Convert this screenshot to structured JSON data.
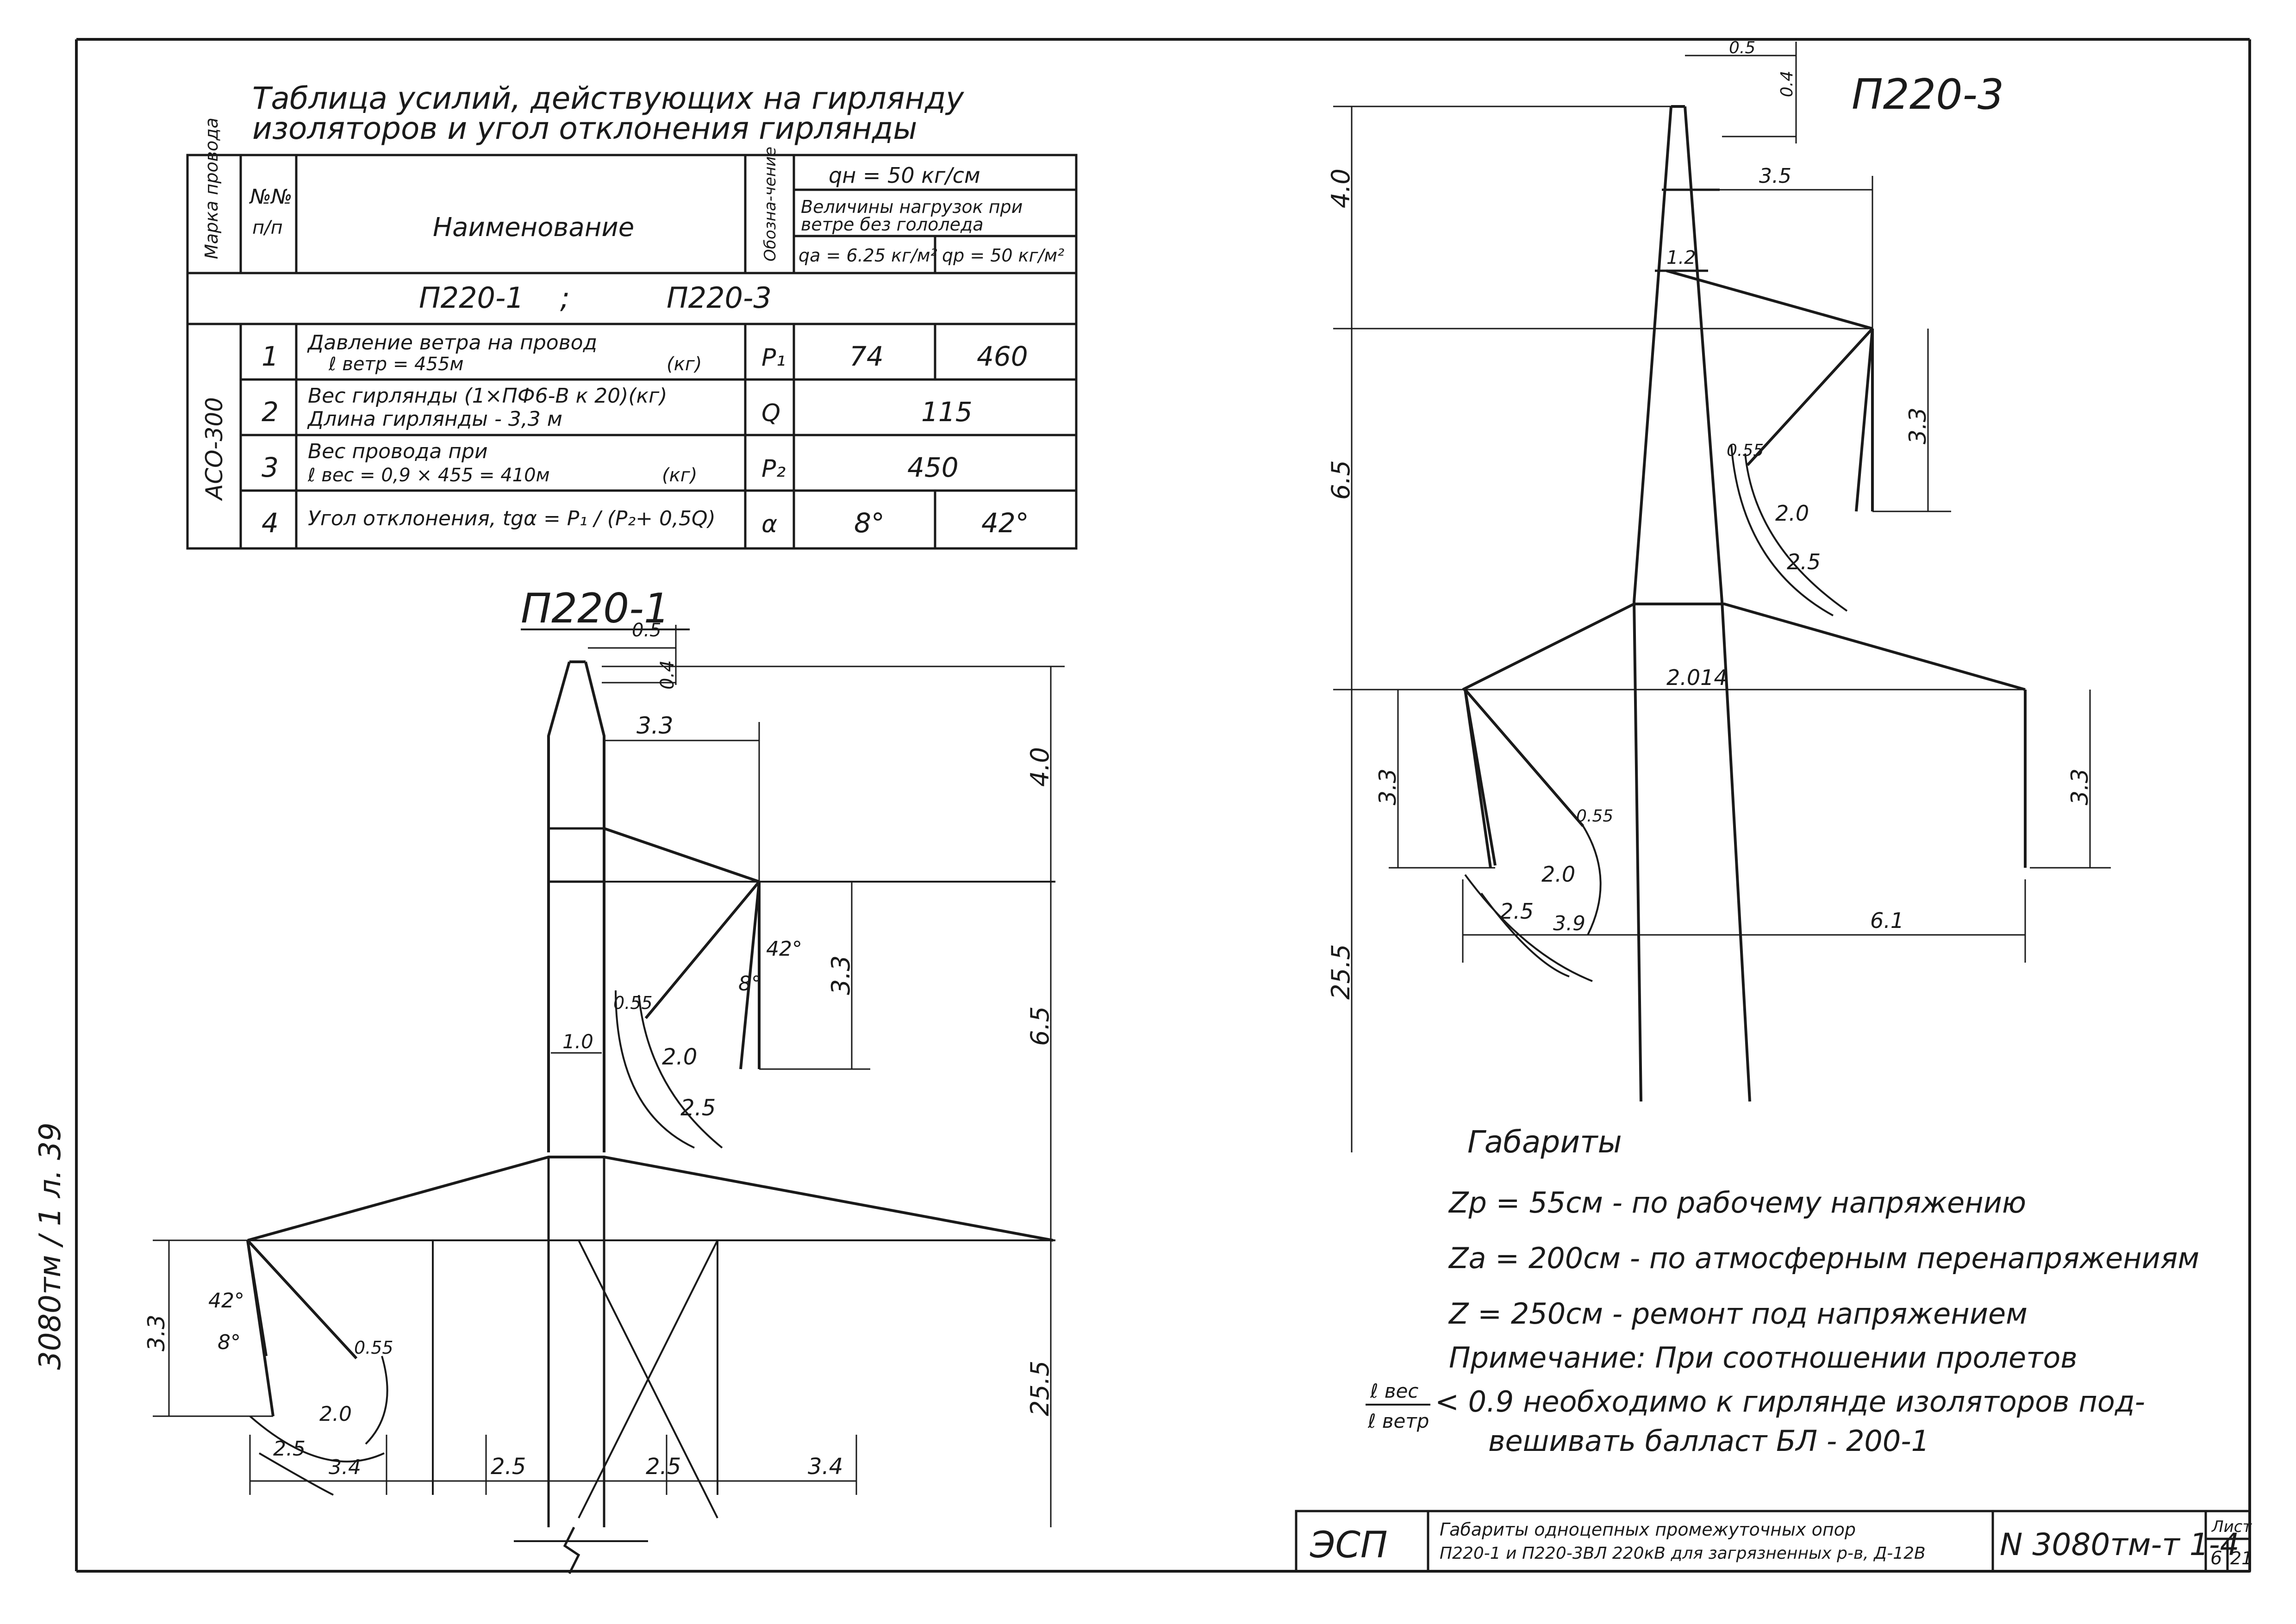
{
  "table": {
    "title_line1": "Таблица усилий, действующих на гирлянду",
    "title_line2": "изоляторов и угол отклонения гирлянды",
    "header": {
      "col_mark": "Марка провода",
      "col_num_1": "№№",
      "col_num_2": "п/п",
      "col_name": "Наименование",
      "col_symbol": "Обозна-чение",
      "qh_label": "qн = 50 кг/см",
      "loads_line1": "Величины нагрузок при",
      "loads_line2": "ветре без гололеда",
      "qa_label": "qa = 6.25 кг/м²",
      "qp_label": "qp = 50 кг/м²"
    },
    "group_row": {
      "left": "П220-1",
      "sep": ";",
      "right": "П220-3"
    },
    "wire_mark": "АСО-300",
    "rows": [
      {
        "num": "1",
        "name1": "Давление ветра на провод",
        "name2": "ℓ ветр = 455м",
        "unit": "(кг)",
        "symbol": "P₁",
        "v1": "74",
        "v2": "460"
      },
      {
        "num": "2",
        "name1": "Вес гирлянды (1×ПФ6-В к 20)(кг)",
        "name2": "Длина гирлянды - 3,3 м",
        "unit": "",
        "symbol": "Q",
        "v1": "115",
        "v2": ""
      },
      {
        "num": "3",
        "name1": "Вес провода при",
        "name2": "ℓ вес = 0,9 × 455 = 410м",
        "unit": "(кг)",
        "symbol": "P₂",
        "v1": "450",
        "v2": ""
      },
      {
        "num": "4",
        "name1": "Угол отклонения, tgα = P₁ / (P₂+ 0,5Q)",
        "name2": "",
        "unit": "",
        "symbol": "α",
        "v1": "8°",
        "v2": "42°"
      }
    ]
  },
  "side_note": "3080тм / 1 л. 39",
  "tower1": {
    "title": "П220-1",
    "dims": {
      "top_offset": "0.5",
      "top_small": "0.4",
      "arm_33": "3.3",
      "h40": "4.0",
      "h65": "6.5",
      "h33": "3.3",
      "h255": "25.5",
      "w10": "1.0",
      "a42": "42°",
      "a8": "8°",
      "r055": "0.55",
      "r20": "2.0",
      "r25": "2.5",
      "l_h33": "3.3",
      "l_a42": "42°",
      "l_a8": "8°",
      "l_r055": "0.55",
      "l_r20": "2.0",
      "l_r25": "2.5",
      "b34a": "3.4",
      "b25a": "2.5",
      "b25b": "2.5",
      "b34b": "3.4"
    }
  },
  "tower3": {
    "title": "П220-3",
    "dims": {
      "top05": "0.5",
      "top04": "0.4",
      "w35": "3.5",
      "w12": "1.2",
      "h40": "4.0",
      "h65": "6.5",
      "h33r": "3.3",
      "r055": "0.55",
      "r20": "2.0",
      "r25": "2.5",
      "w2014": "2.014",
      "h33l": "3.3",
      "h33rr": "3.3",
      "l_r055": "0.55",
      "l_r20": "2.0",
      "l_r25": "2.5",
      "l39": "3.9",
      "w61": "6.1",
      "h255": "25.5"
    }
  },
  "notes": {
    "heading": "Габариты",
    "line1": "Zp = 55см - по рабочему напряжению",
    "line2": "Za = 200см - по атмосферным перенапряжениям",
    "line3": "Z = 250см - ремонт под напряжением",
    "remark1": "Примечание:   При соотношении пролетов",
    "frac_top": "ℓ вес",
    "frac_bot": "ℓ ветр",
    "remark2": "< 0.9 необходимо к гирлянде изоляторов под-",
    "remark3": "вешивать балласт  БЛ - 200-1"
  },
  "stamp": {
    "org": "ЭСП",
    "desc1": "Габариты одноцепных промежуточных опор",
    "desc2": "П220-1 и П220-3ВЛ 220кВ для загрязненных р-в, Д-12В",
    "code": "N 3080тм-т 1-4",
    "sheet_label": "Лист",
    "sheet_num": "6",
    "sheet_total": "21"
  }
}
